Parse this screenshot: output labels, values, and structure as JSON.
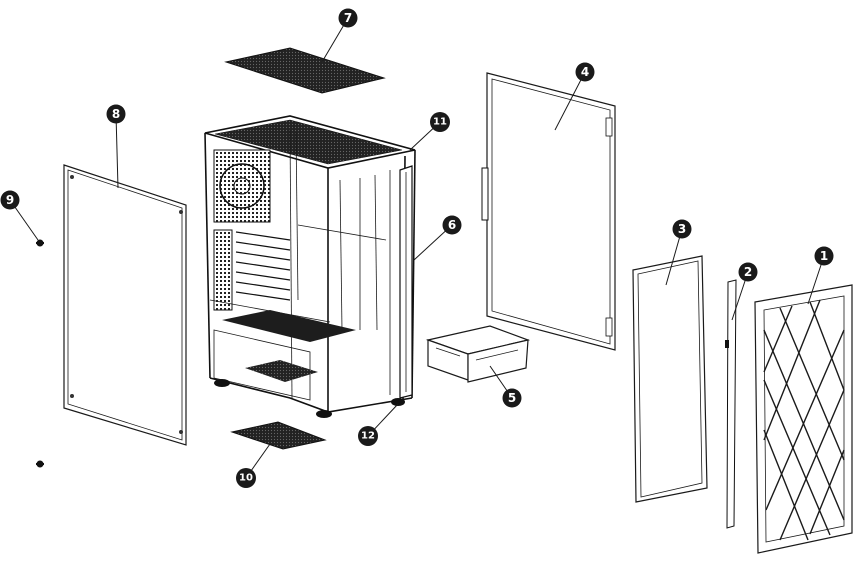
{
  "callouts": [
    {
      "id": "callout-1",
      "label": "1"
    },
    {
      "id": "callout-2",
      "label": "2"
    },
    {
      "id": "callout-3",
      "label": "3"
    },
    {
      "id": "callout-4",
      "label": "4"
    },
    {
      "id": "callout-5",
      "label": "5"
    },
    {
      "id": "callout-6",
      "label": "6"
    },
    {
      "id": "callout-7",
      "label": "7"
    },
    {
      "id": "callout-8",
      "label": "8"
    },
    {
      "id": "callout-9",
      "label": "9"
    },
    {
      "id": "callout-10",
      "label": "10"
    },
    {
      "id": "callout-11",
      "label": "11"
    },
    {
      "id": "callout-12",
      "label": "12"
    }
  ],
  "colors": {
    "ink": "#1a1a1a",
    "background": "#ffffff"
  }
}
